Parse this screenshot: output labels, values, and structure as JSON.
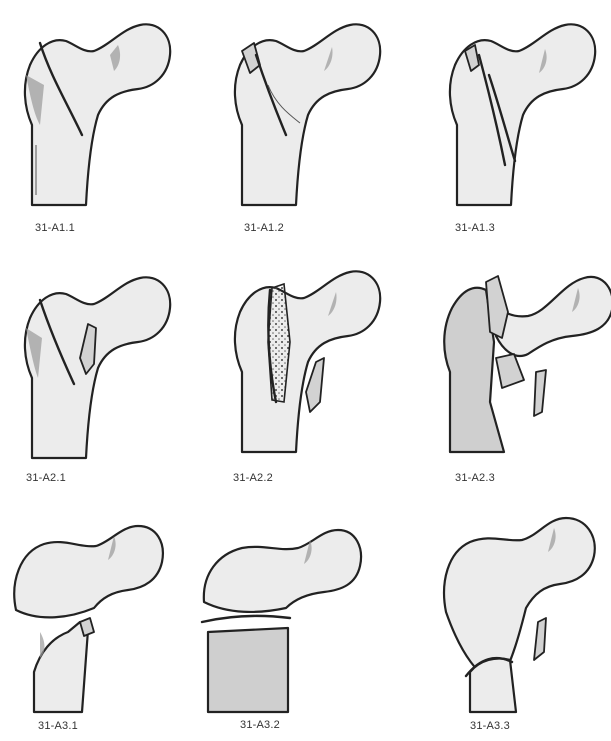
{
  "figure": {
    "labels": [
      "31-A1.1",
      "31-A1.2",
      "31-A1.3",
      "31-A2.1",
      "31-A2.2",
      "31-A2.3",
      "31-A3.1",
      "31-A3.2",
      "31-A3.3"
    ]
  }
}
